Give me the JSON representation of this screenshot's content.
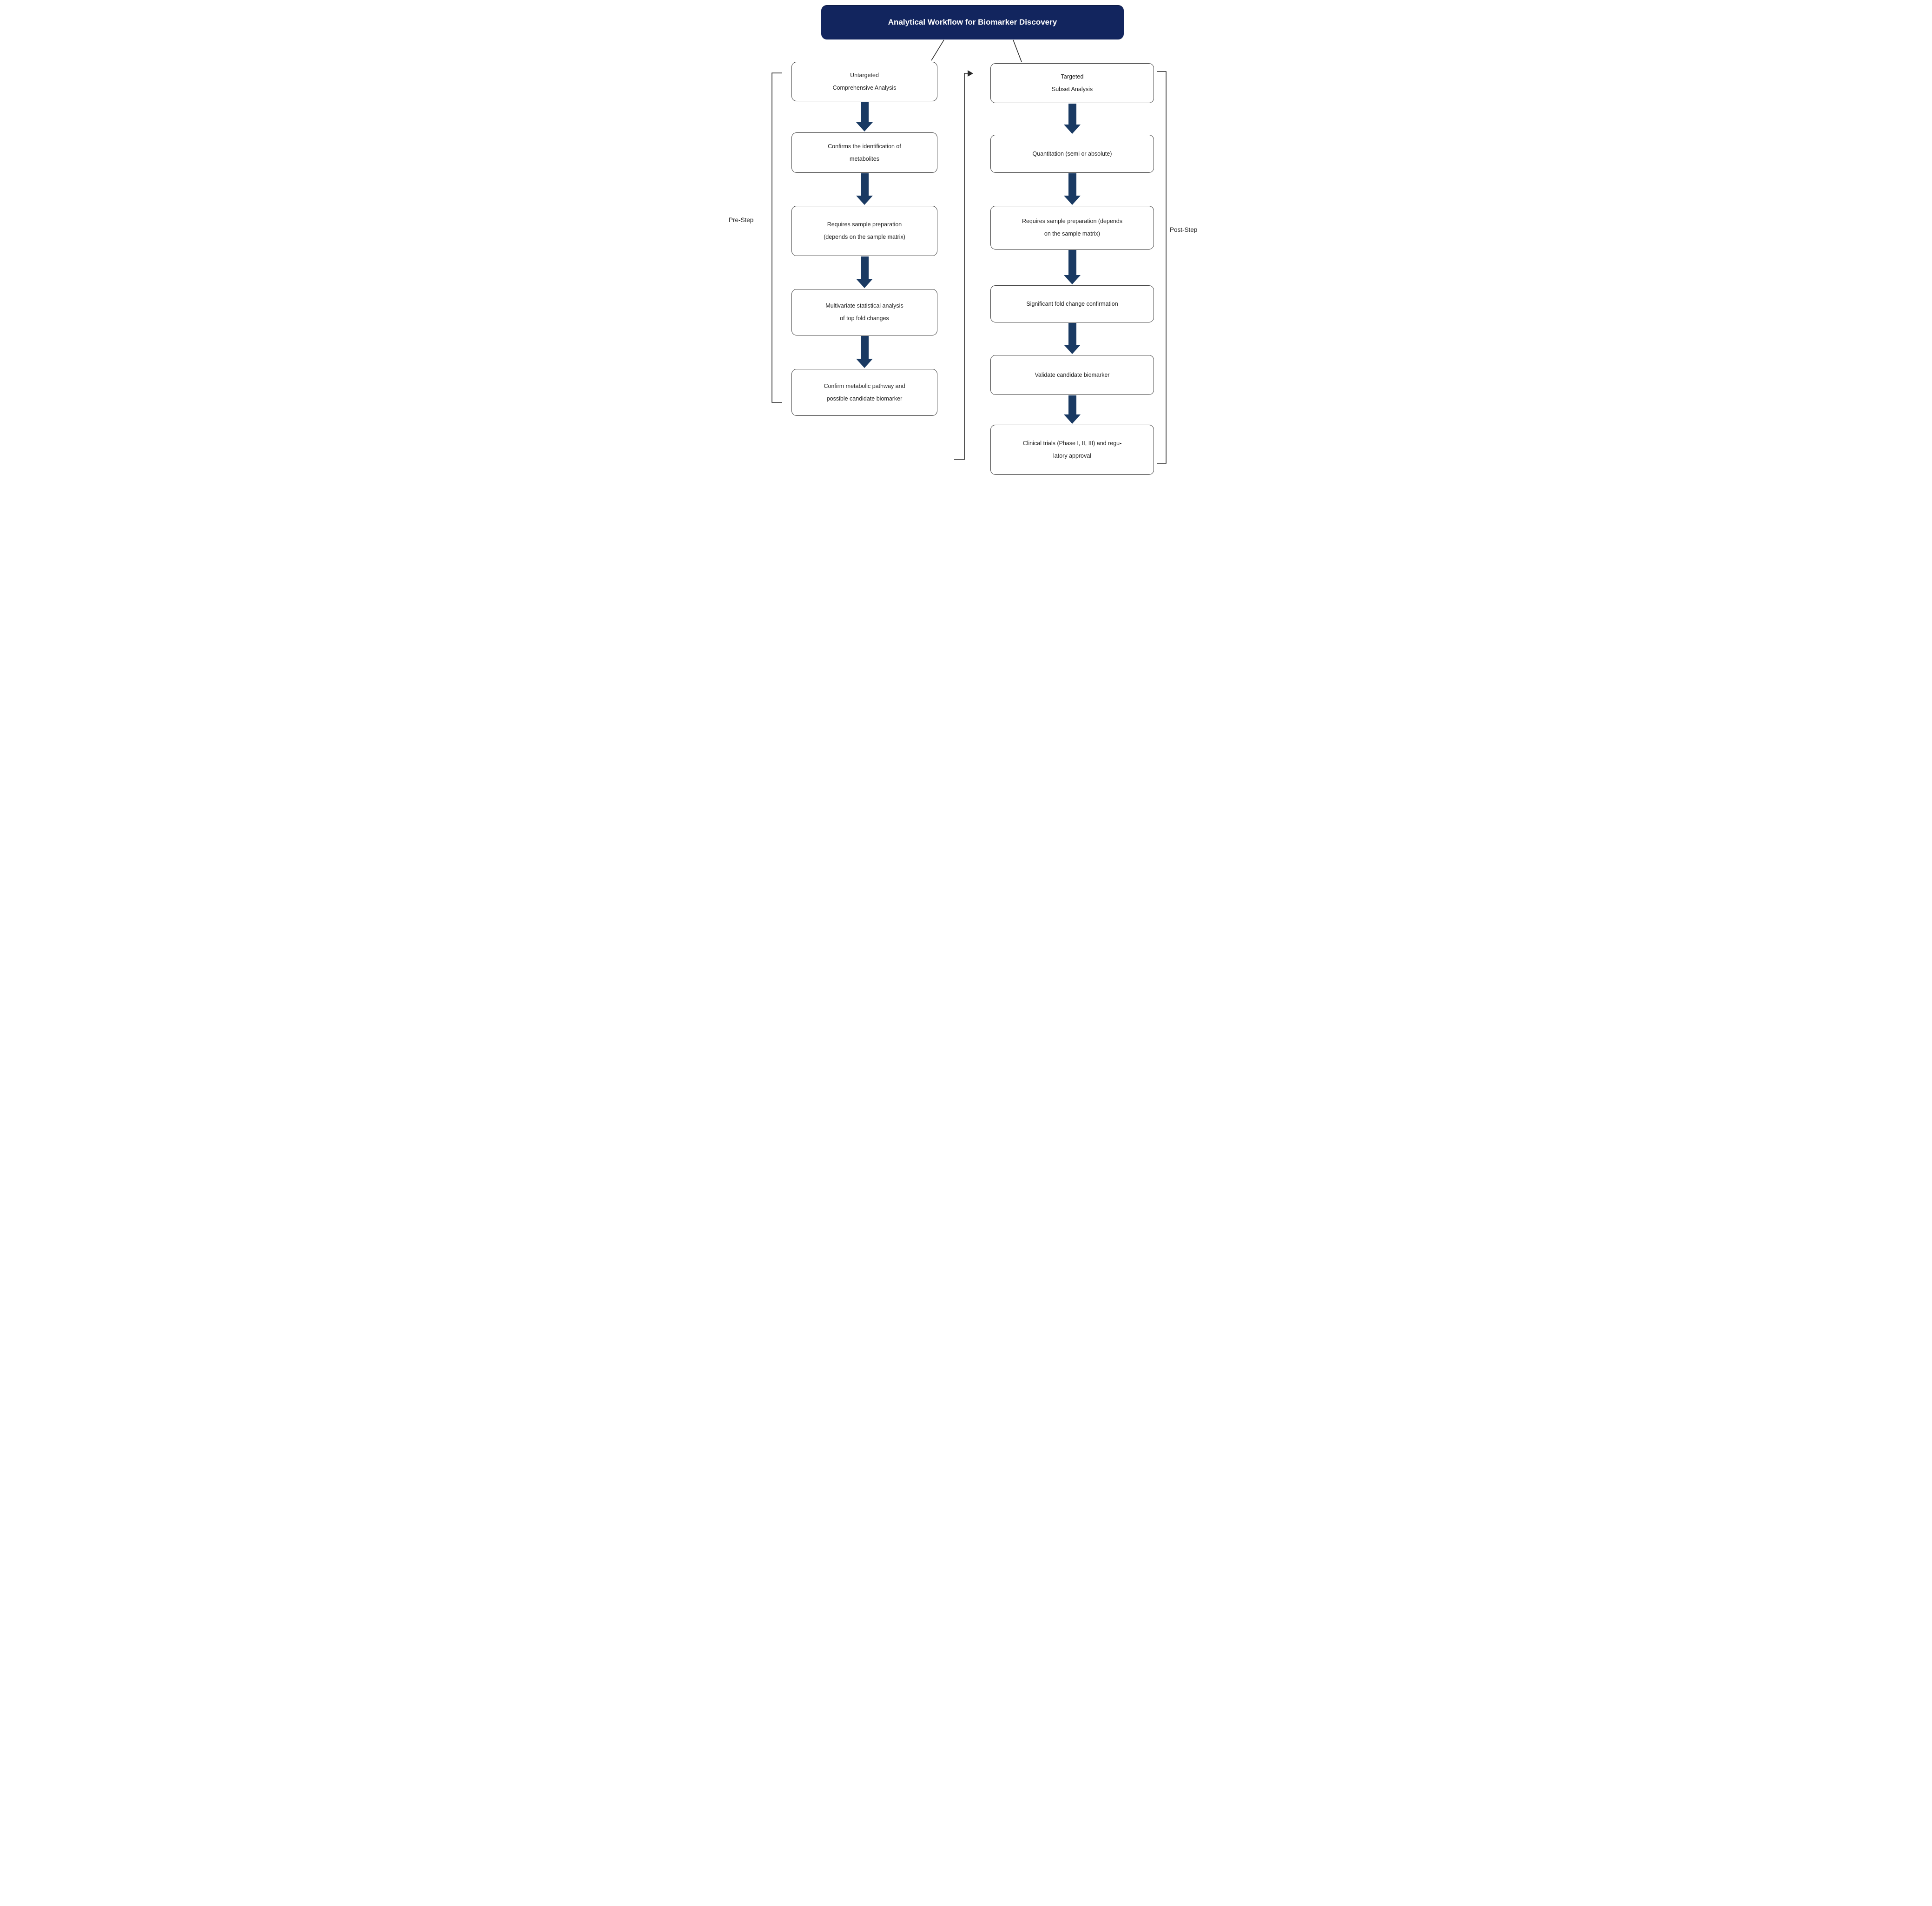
{
  "title": "Analytical Workflow for Biomarker Discovery",
  "left_branch": {
    "bracket_label": "Pre-Step",
    "steps": [
      {
        "label": "Untargeted\nComprehensive Analysis"
      },
      {
        "label": "Confirms the identification of\nmetabolites"
      },
      {
        "label": "Requires sample preparation\n(depends on the sample matrix)"
      },
      {
        "label": "Multivariate statistical analysis\nof top fold changes"
      },
      {
        "label": "Confirm metabolic pathway and\npossible candidate biomarker"
      }
    ]
  },
  "right_branch": {
    "bracket_label": "Post-Step",
    "steps": [
      {
        "label": "Targeted\nSubset Analysis"
      },
      {
        "label": "Quantitation (semi or absolute)"
      },
      {
        "label": "Requires sample preparation (depends\non the sample matrix)"
      },
      {
        "label": "Significant fold change confirmation"
      },
      {
        "label": "Validate candidate biomarker"
      },
      {
        "label": "Clinical trials (Phase I, II, III) and regu-\nlatory approval"
      }
    ]
  },
  "colors": {
    "title_bg": "#12255e",
    "title_text": "#ffffff",
    "arrow": "#1a3a63",
    "box_border": "#404040",
    "text": "#1f1f1f",
    "line": "#2a2a2a"
  }
}
